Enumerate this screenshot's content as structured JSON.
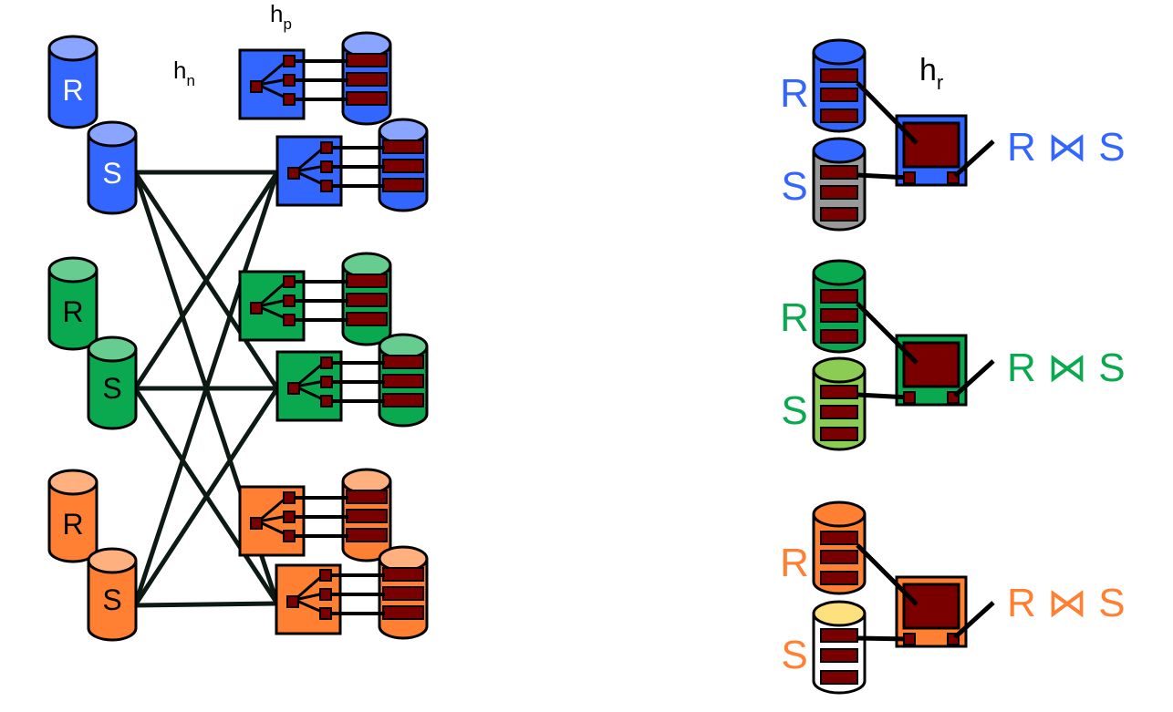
{
  "labels": {
    "h_n": "h",
    "h_n_sub": "n",
    "h_p": "h",
    "h_p_sub": "p",
    "h_r": "h",
    "h_r_sub": "r"
  },
  "partitions": [
    {
      "name": "blue",
      "r_label": "R",
      "s_label": "S",
      "join_label": "R ⋈ S",
      "color": "#3366ff",
      "light": "#8aa5ff",
      "r_cyl_color": "#3366ff",
      "s_cyl_color": "#999999",
      "s_cyl_top": "#3366ff"
    },
    {
      "name": "green",
      "r_label": "R",
      "s_label": "S",
      "join_label": "R ⋈ S",
      "color": "#0aa84f",
      "light": "#66cc8f",
      "r_cyl_color": "#0aa84f",
      "s_cyl_color": "#8ccc55",
      "s_cyl_top": "#8ccc55"
    },
    {
      "name": "orange",
      "r_label": "R",
      "s_label": "S",
      "join_label": "R ⋈ S",
      "color": "#ff7f33",
      "light": "#ffb07f",
      "r_cyl_color": "#ff7f33",
      "s_cyl_color": "#ffffff",
      "s_cyl_top": "#ffe07f"
    }
  ],
  "colors": {
    "record": "#7a0000",
    "wire": "#0d1a14",
    "black": "#000000"
  }
}
